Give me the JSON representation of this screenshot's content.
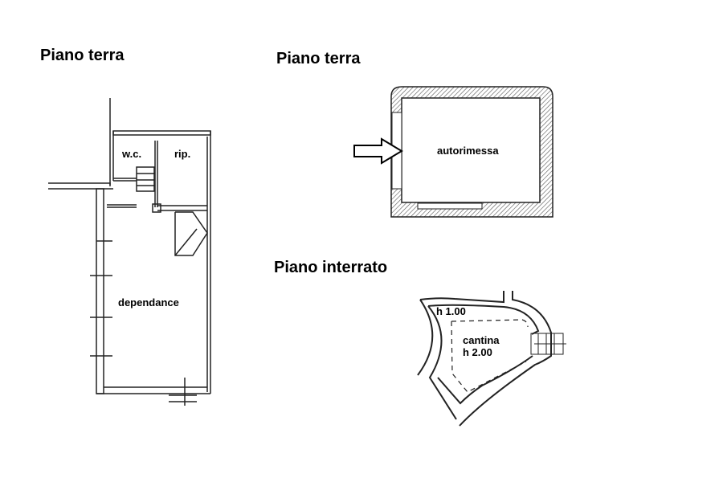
{
  "plans": {
    "dependance_plan": {
      "title": "Piano terra",
      "rooms": [
        "w.c.",
        "rip.",
        "dependance"
      ]
    },
    "garage_plan": {
      "title": "Piano terra",
      "rooms": [
        "autorimessa"
      ]
    },
    "basement_plan": {
      "title": "Piano interrato",
      "rooms": [
        "h 1.00",
        "cantina",
        "h 2.00"
      ]
    }
  }
}
